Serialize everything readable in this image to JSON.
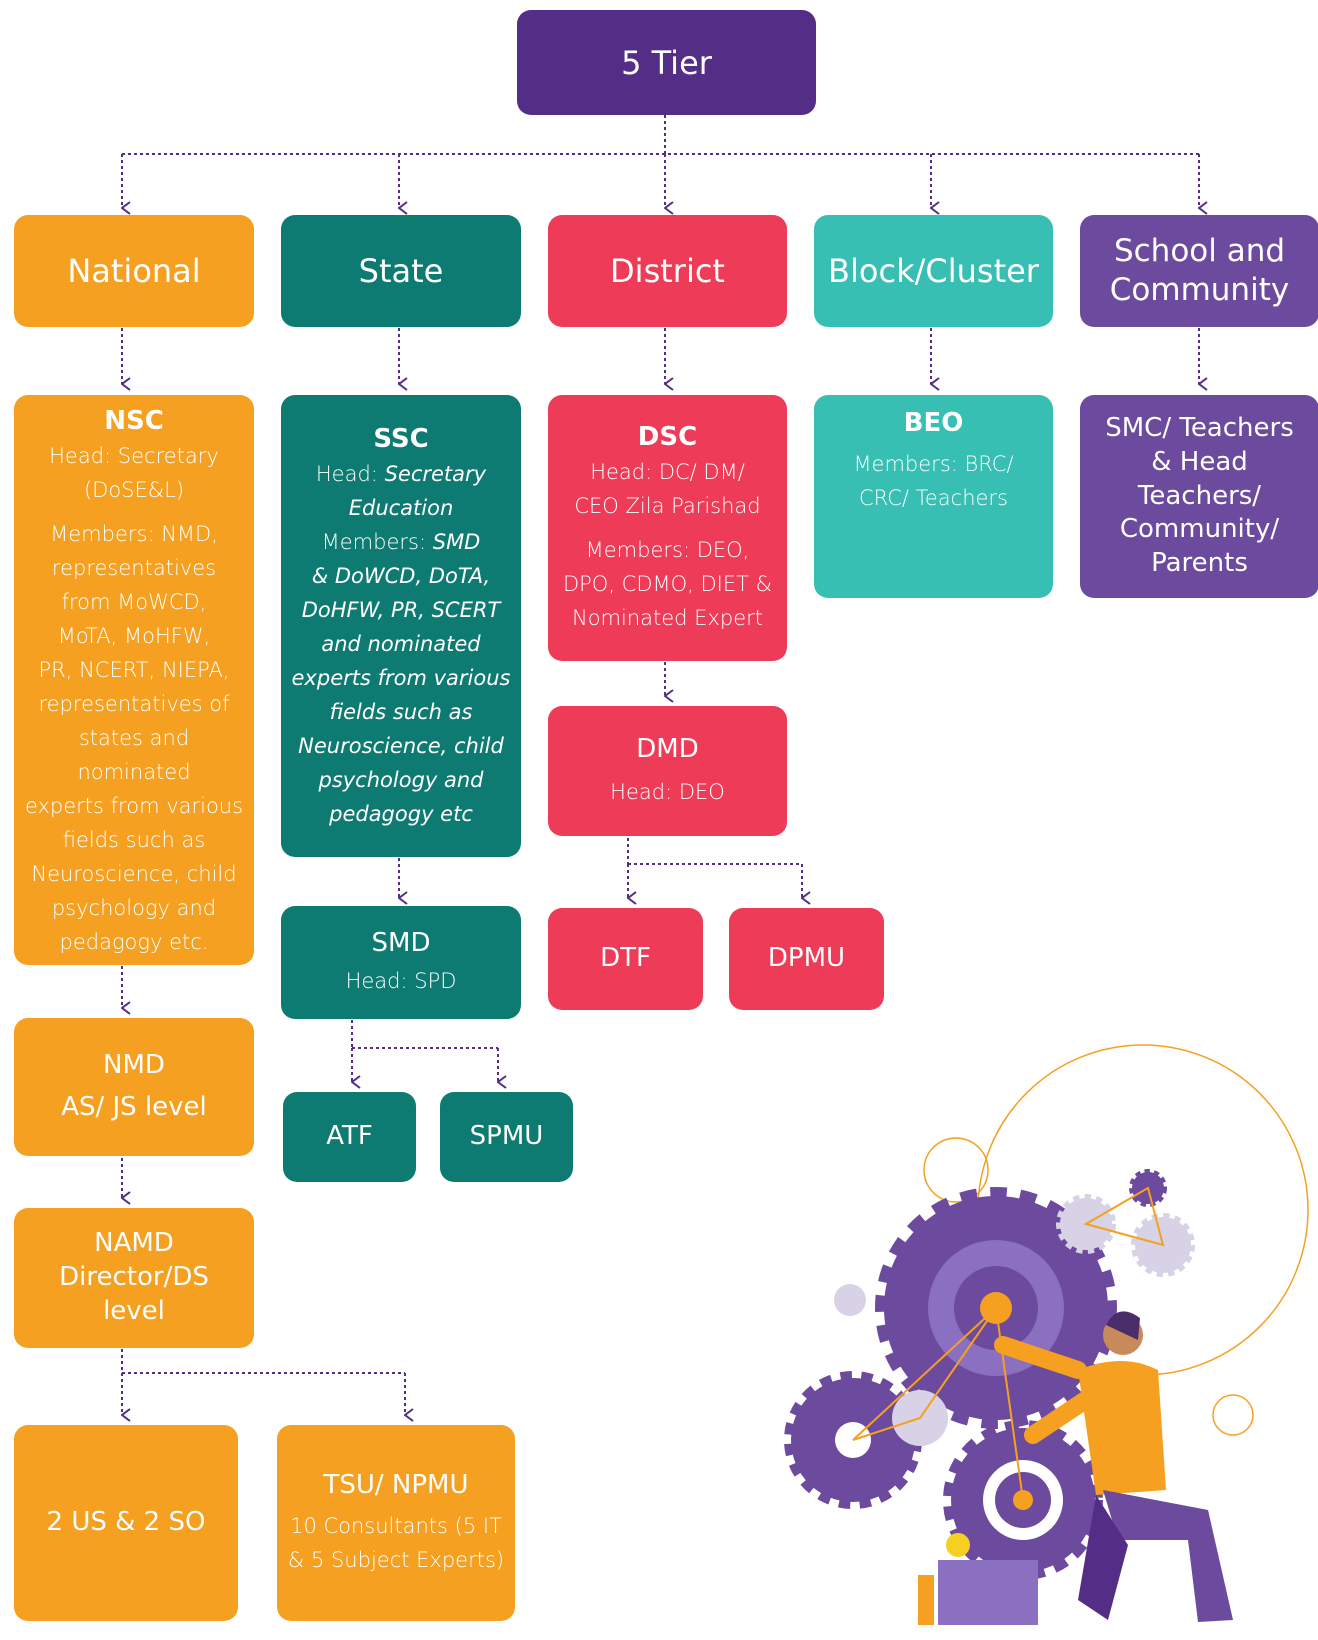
{
  "root": "5 Tier",
  "tiers": {
    "national": "National",
    "state": "State",
    "district": "District",
    "block": "Block/Cluster",
    "school": "School and Community"
  },
  "national": {
    "nsc": {
      "title": "NSC",
      "head_lines": [
        "Head: Secretary",
        "(DoSE&L)"
      ],
      "member_lines": [
        "Members: NMD,",
        "representatives",
        "from MoWCD,",
        "MoTA, MoHFW,",
        "PR, NCERT, NIEPA,",
        "representatives of",
        "states and nominated",
        "experts from various",
        "fields such as",
        "Neuroscience, child",
        "psychology and",
        "pedagogy etc."
      ]
    },
    "nmd": {
      "title": "NMD",
      "subtitle": "AS/ JS level"
    },
    "namd": {
      "title_lines": [
        "NAMD",
        "Director/DS",
        "level"
      ]
    },
    "us_so": "2 US & 2 SO",
    "tsu": {
      "title": "TSU/ NPMU",
      "text_lines": [
        "10 Consultants (5 IT",
        "& 5 Subject Experts)"
      ]
    }
  },
  "state": {
    "ssc": {
      "title": "SSC",
      "head_label": "Head:",
      "head_value": "Secretary",
      "line2": "Education",
      "members_label": "Members:",
      "members_value": "SMD",
      "member_lines": [
        "& DoWCD, DoTA,",
        "DoHFW, PR, SCERT",
        "and nominated",
        "experts from various",
        "fields such as",
        "Neuroscience, child",
        "psychology and",
        "pedagogy etc"
      ]
    },
    "smd": {
      "title": "SMD",
      "head": "Head: SPD"
    },
    "atf": "ATF",
    "spmu": "SPMU"
  },
  "district": {
    "dsc": {
      "title": "DSC",
      "head_lines": [
        "Head: DC/ DM/",
        "CEO Zila Parishad"
      ],
      "member_lines": [
        "Members: DEO,",
        "DPO, CDMO, DIET &",
        "Nominated Expert"
      ]
    },
    "dmd": {
      "title": "DMD",
      "head": "Head: DEO"
    },
    "dtf": "DTF",
    "dpmu": "DPMU"
  },
  "block": {
    "beo": {
      "title": "BEO",
      "member_lines": [
        "Members: BRC/",
        "CRC/ Teachers"
      ]
    }
  },
  "school": {
    "smc": {
      "title_lines": [
        "SMC/ Teachers",
        "& Head",
        "Teachers/",
        "Community/",
        "Parents"
      ]
    }
  },
  "colors": {
    "national": "#F5A020",
    "state": "#0E7B73",
    "district": "#EE3B57",
    "block": "#38BFB4",
    "school": "#6C4A9E",
    "root": "#542D87",
    "connector": "#542D87"
  }
}
